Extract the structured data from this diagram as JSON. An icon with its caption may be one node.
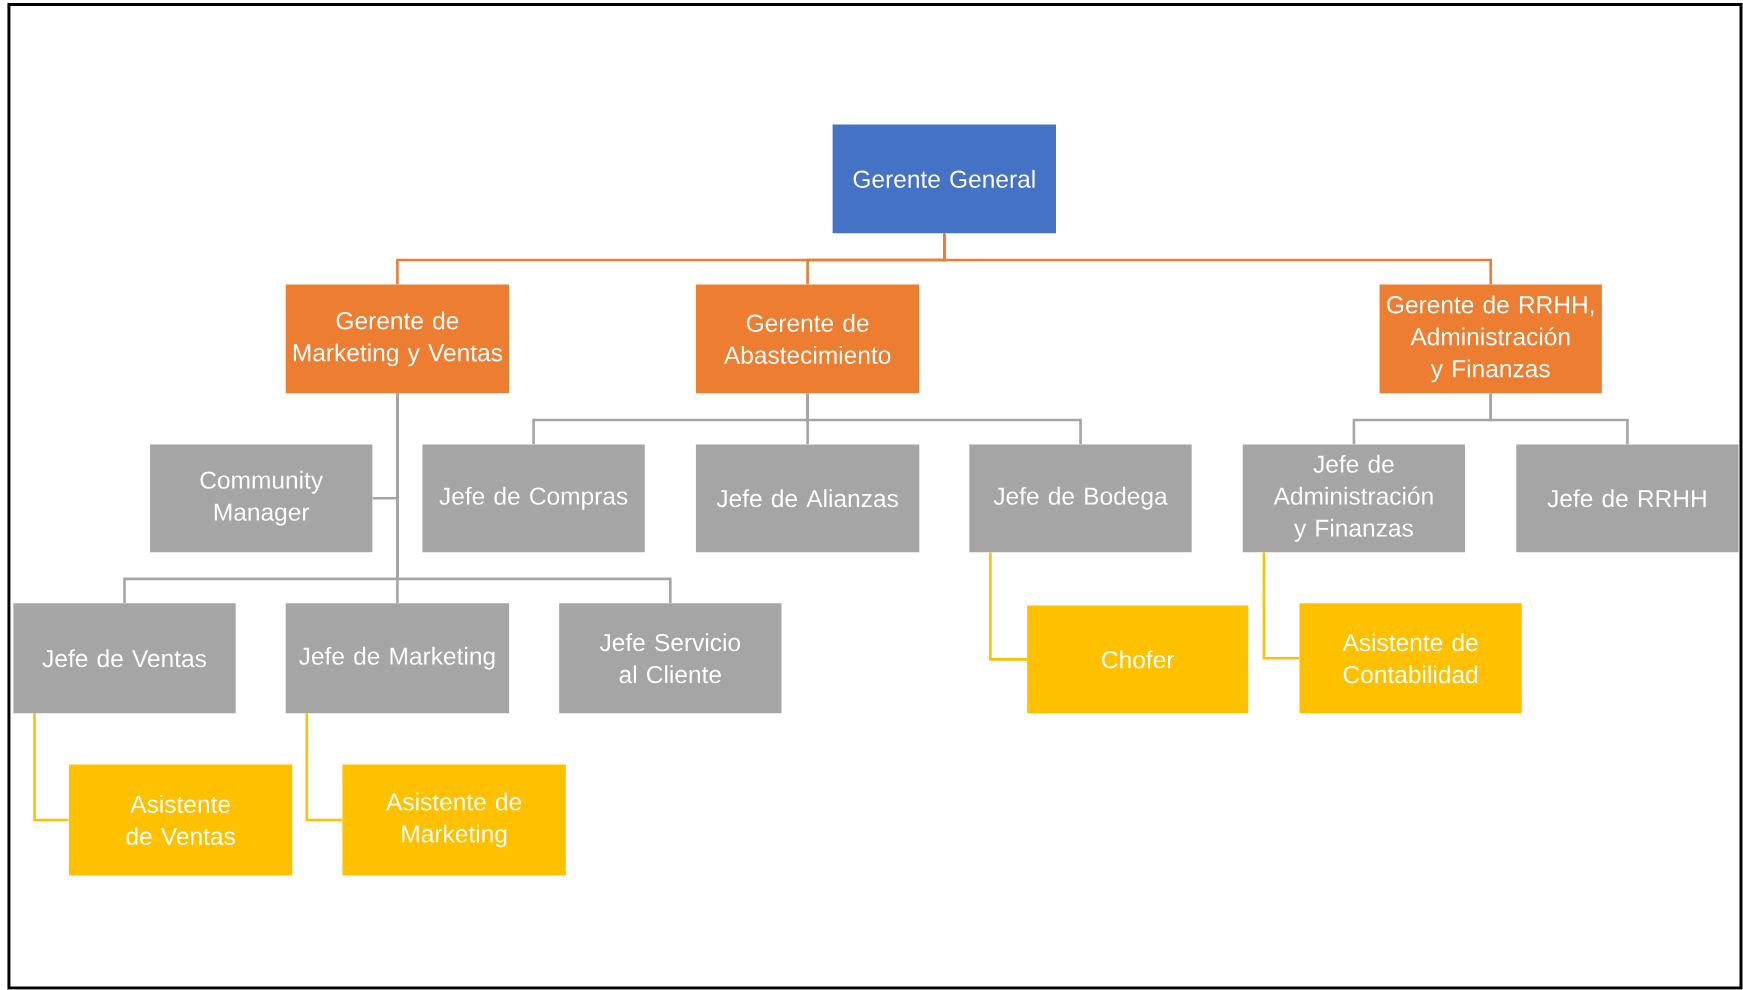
{
  "diagram": {
    "nodes": [
      {
        "text": [
          "Gerente General"
        ]
      },
      {
        "text": [
          "Gerente de Marketing y Ventas"
        ]
      },
      {
        "text": [
          "Gerente de Abastecimiento"
        ]
      },
      {
        "text": [
          "Gerente de RRHH, Administración y Finanzas"
        ]
      },
      {
        "text": [
          "Community Manager"
        ]
      },
      {
        "text": [
          "Jefe de Compras"
        ]
      },
      {
        "text": [
          "Jefe de Alianzas"
        ]
      },
      {
        "text": [
          "Jefe de Bodega"
        ]
      },
      {
        "text": [
          "Jefe de Administración y Finanzas"
        ]
      },
      {
        "text": [
          "Jefe de RRHH"
        ]
      },
      {
        "text": [
          "Jefe de Ventas"
        ]
      },
      {
        "text": [
          "Jefe de Marketing"
        ]
      },
      {
        "text": [
          "Jefe Servicio al Cliente"
        ]
      },
      {
        "text": [
          "Chofer"
        ]
      },
      {
        "text": [
          "Asistente de Contabilidad"
        ]
      },
      {
        "text": [
          "Asistente de Ventas"
        ]
      },
      {
        "text": [
          "Asistente de Marketing"
        ]
      }
    ],
    "edges": [
      {
        "from": 0,
        "to": 1,
        "arrow": "none",
        "color": "#ed7d31"
      },
      {
        "from": 0,
        "to": 2,
        "arrow": "none",
        "color": "#ed7d31"
      },
      {
        "from": 0,
        "to": 3,
        "arrow": "none",
        "color": "#ed7d31"
      },
      {
        "from": 1,
        "to": 4,
        "arrow": "none"
      },
      {
        "from": 1,
        "to": 10,
        "arrow": "none"
      },
      {
        "from": 1,
        "to": 11,
        "arrow": "none"
      },
      {
        "from": 1,
        "to": 12,
        "arrow": "none"
      },
      {
        "from": 2,
        "to": 5,
        "arrow": "none"
      },
      {
        "from": 2,
        "to": 6,
        "arrow": "none"
      },
      {
        "from": 2,
        "to": 7,
        "arrow": "none"
      },
      {
        "from": 3,
        "to": 8,
        "arrow": "none"
      },
      {
        "from": 3,
        "to": 9,
        "arrow": "none"
      },
      {
        "from": 7,
        "to": 13,
        "arrow": "none",
        "color": "#ffc000"
      },
      {
        "from": 8,
        "to": 14,
        "arrow": "none",
        "color": "#ffc000"
      },
      {
        "from": 10,
        "to": 15,
        "arrow": "none",
        "color": "#ffc000"
      },
      {
        "from": 11,
        "to": 16,
        "arrow": "none",
        "color": "#ffc000"
      }
    ]
  }
}
